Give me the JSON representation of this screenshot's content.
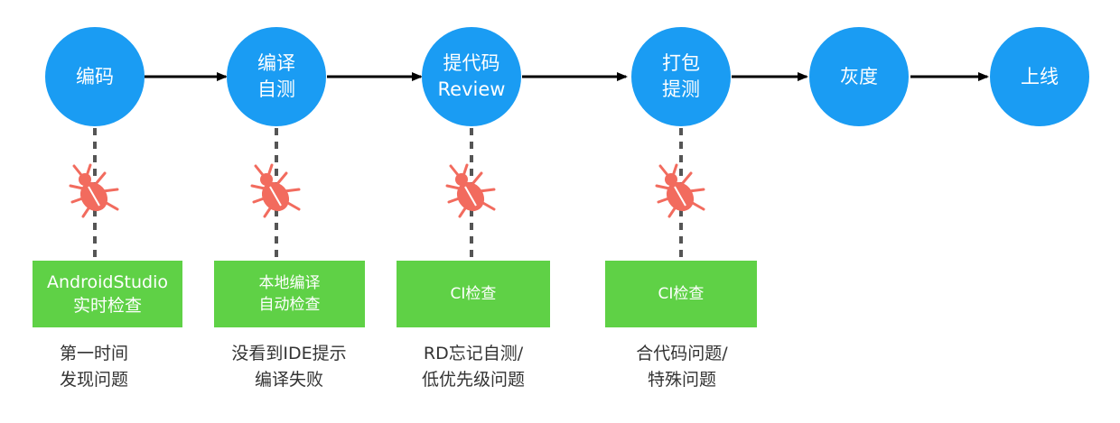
{
  "stages": [
    {
      "lines": [
        "编码"
      ]
    },
    {
      "lines": [
        "编译",
        "自测"
      ]
    },
    {
      "lines": [
        "提代码",
        "Review"
      ]
    },
    {
      "lines": [
        "打包",
        "提测"
      ]
    },
    {
      "lines": [
        "灰度"
      ]
    },
    {
      "lines": [
        "上线"
      ]
    }
  ],
  "checks": [
    {
      "lines": [
        "AndroidStudio",
        "实时检查"
      ]
    },
    {
      "lines": [
        "本地编译",
        "自动检查"
      ]
    },
    {
      "lines": [
        "CI检查"
      ]
    },
    {
      "lines": [
        "CI检查"
      ]
    }
  ],
  "notes": [
    {
      "lines": [
        "第一时间",
        "发现问题"
      ]
    },
    {
      "lines": [
        "没看到IDE提示",
        "编译失败"
      ]
    },
    {
      "lines": [
        "RD忘记自测/",
        "低优先级问题"
      ]
    },
    {
      "lines": [
        "合代码问题/",
        "特殊问题"
      ]
    }
  ],
  "icons": [
    "bug-icon"
  ],
  "colors": {
    "stage": "#1a9cf3",
    "check": "#5fd146",
    "bug": "#f26b5e",
    "arrow": "#000000",
    "connector": "#555555"
  }
}
